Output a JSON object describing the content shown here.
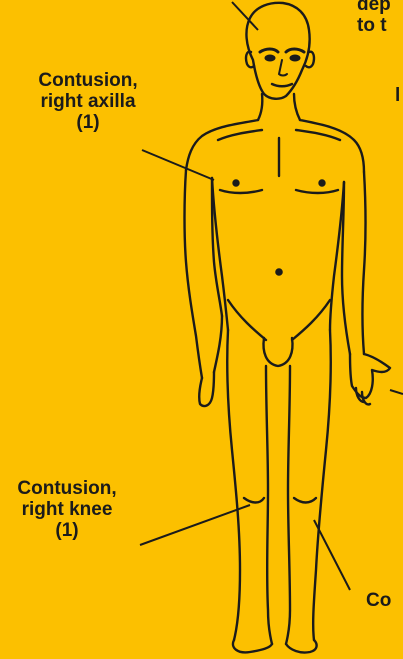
{
  "colors": {
    "background": "#fcc000",
    "ink": "#1b1b1b"
  },
  "labels": {
    "axilla": {
      "line1": "Contusion,",
      "line2": "right axilla",
      "line3": "(1)"
    },
    "knee": {
      "line1": "Contusion,",
      "line2": "right knee",
      "line3": "(1)"
    },
    "head_fragment": {
      "line1": "dep",
      "line2": "to t"
    },
    "right_fragment": {
      "line1": "l"
    },
    "leg_fragment": {
      "line1": "Co"
    }
  }
}
